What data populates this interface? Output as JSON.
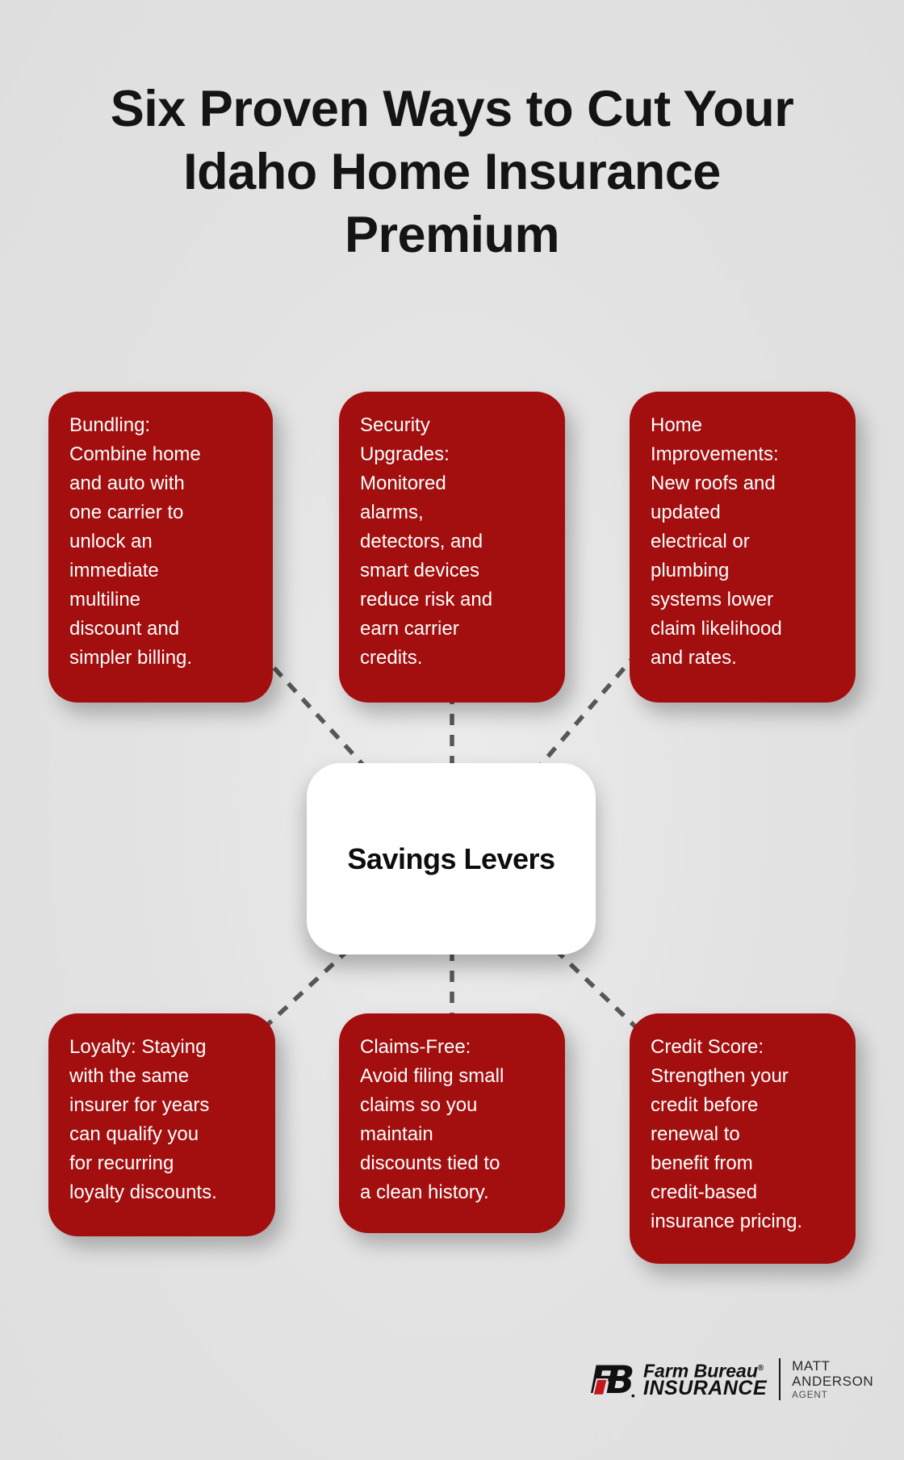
{
  "title": {
    "text": "Six Proven Ways to Cut Your\nIdaho Home Insurance\nPremium"
  },
  "center_node": {
    "label": "Savings Levers"
  },
  "nodes": [
    {
      "id": "bundling",
      "text": "Bundling:\nCombine home\nand auto with\none carrier to\nunlock an\nimmediate\nmultiline\ndiscount and\nsimpler billing."
    },
    {
      "id": "security-upgrades",
      "text": "Security\nUpgrades:\nMonitored\nalarms,\ndetectors, and\nsmart devices\nreduce risk and\nearn carrier\ncredits."
    },
    {
      "id": "home-improvements",
      "text": "Home\nImprovements:\nNew roofs and\nupdated\nelectrical or\nplumbing\nsystems lower\nclaim likelihood\nand rates."
    },
    {
      "id": "loyalty",
      "text": "Loyalty: Staying\nwith the same\ninsurer for years\ncan qualify you\nfor recurring\nloyalty discounts."
    },
    {
      "id": "claims-free",
      "text": "Claims-Free:\nAvoid filing small\nclaims so you\nmaintain\ndiscounts tied to\na clean history."
    },
    {
      "id": "credit-score",
      "text": "Credit Score:\nStrengthen your\ncredit before\nrenewal to\nbenefit from\ncredit-based\ninsurance pricing."
    }
  ],
  "footer": {
    "monogram_f": "F",
    "monogram_b": "B",
    "brand_name": "Farm Bureau",
    "brand_reg": "®",
    "brand_line2": "INSURANCE",
    "agent_first": "MATT",
    "agent_last": "ANDERSON",
    "agent_role": "AGENT"
  },
  "colors": {
    "background": "#e3e3e3",
    "box_red": "#a30e0e",
    "box_text": "#ffffff",
    "connector_gray": "#575757",
    "center_bg": "#ffffff",
    "title_text": "#141414",
    "logo_red": "#c4161c"
  }
}
